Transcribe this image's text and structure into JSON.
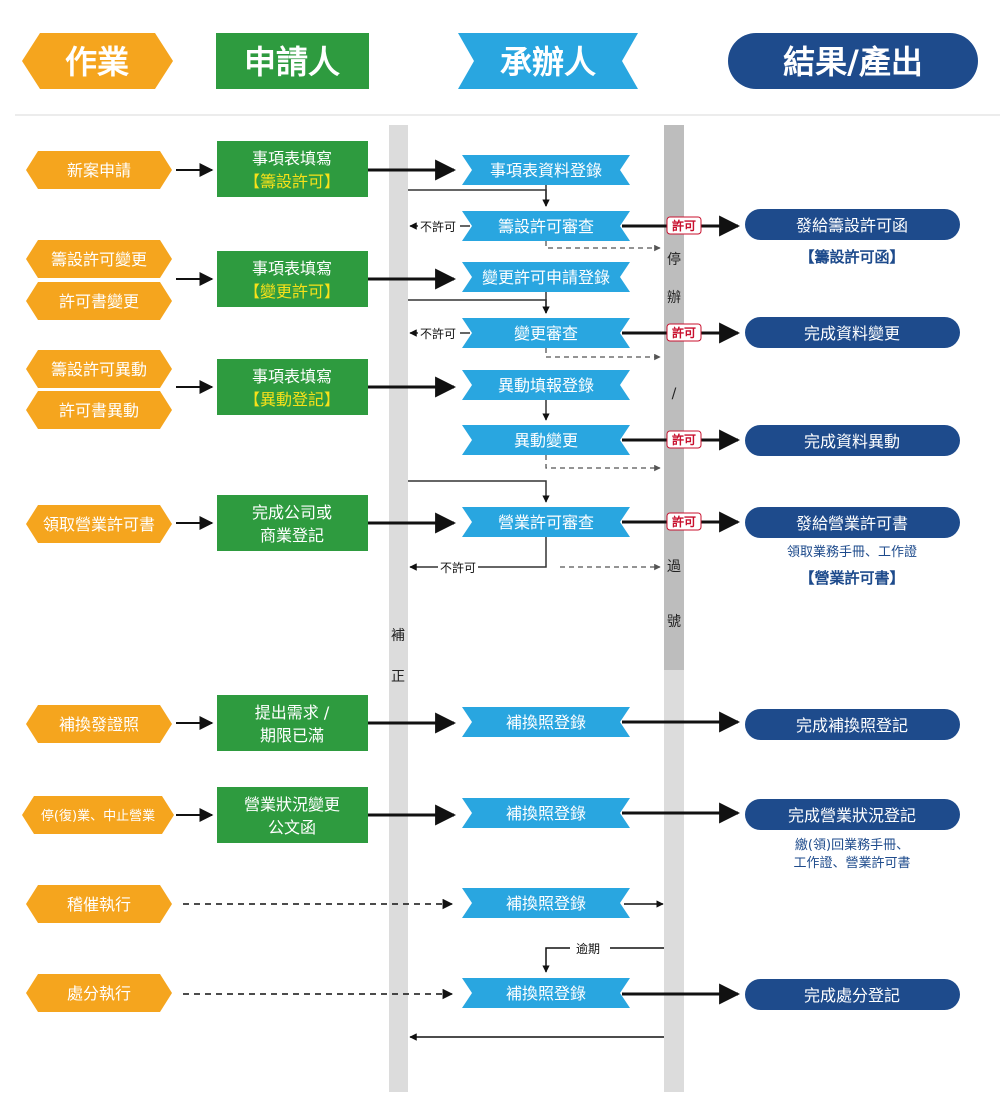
{
  "colors": {
    "orange": "#F5A51E",
    "green": "#2E9B3F",
    "cyan": "#29A6E0",
    "navy": "#1E4B8C",
    "gray_bar": "#DCDCDC",
    "dark_bar": "#BDBDBD",
    "yellow_text": "#F7E11A",
    "red_text": "#C8102E"
  },
  "headers": {
    "work": "作業",
    "applicant": "申請人",
    "handler": "承辦人",
    "result": "結果/產出"
  },
  "left": {
    "new_case": "新案申請",
    "prep_change": "籌設許可變更",
    "license_change": "許可書變更",
    "prep_alter": "籌設許可異動",
    "license_alter": "許可書異動",
    "get_license": "領取營業許可書",
    "reissue": "補換發證照",
    "suspend": "停(復)業、中止營業",
    "urge": "稽催執行",
    "penalty": "處分執行"
  },
  "applicant": {
    "fill1_line1": "事項表填寫",
    "fill1_line2": "【籌設許可】",
    "fill2_line1": "事項表填寫",
    "fill2_line2": "【變更許可】",
    "fill3_line1": "事項表填寫",
    "fill3_line2": "【異動登記】",
    "company_line1": "完成公司或",
    "company_line2": "商業登記",
    "request_line1": "提出需求 /",
    "request_line2": "期限已滿",
    "status_line1": "營業狀況變更",
    "status_line2": "公文函"
  },
  "handler": {
    "h1": "事項表資料登錄",
    "h2": "籌設許可審查",
    "h3": "變更許可申請登錄",
    "h4": "變更審查",
    "h5": "異動填報登錄",
    "h6": "異動變更",
    "h7": "營業許可審查",
    "h8": "補換照登錄",
    "h9": "補換照登錄",
    "h10": "補換照登錄",
    "h11": "補換照登錄"
  },
  "results": {
    "r1": "發給籌設許可函",
    "r1_note": "【籌設許可函】",
    "r2": "完成資料變更",
    "r3": "完成資料異動",
    "r4": "發給營業許可書",
    "r4_note1": "領取業務手冊、工作證",
    "r4_note2": "【營業許可書】",
    "r5": "完成補換照登記",
    "r6": "完成營業狀況登記",
    "r6_note1": "繳(領)回業務手冊、",
    "r6_note2": "工作證、營業許可書",
    "r7": "完成處分登記"
  },
  "labels": {
    "not_permit": "不許可",
    "permit": "許可",
    "overdue": "逾期",
    "correction_1": "補",
    "correction_2": "正",
    "stop_1": "停",
    "stop_2": "辦",
    "slash": "/",
    "pass_1": "過",
    "pass_2": "號"
  }
}
